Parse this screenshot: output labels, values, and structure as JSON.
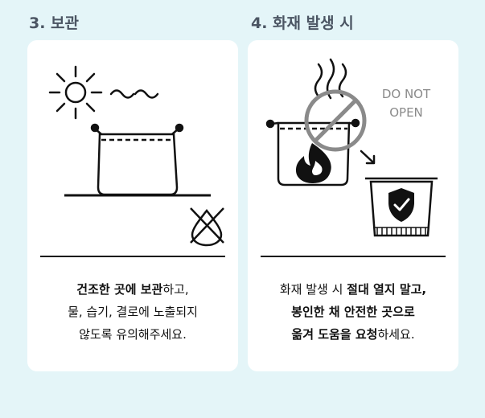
{
  "storage": {
    "heading": "3. 보관",
    "line1_bold": "건조한 곳에 보관",
    "line1_rest": "하고,",
    "line2": "물, 습기, 결로에 노출되지",
    "line3": "않도록 유의해주세요.",
    "icons": [
      "sun-icon",
      "heat-wave-icon",
      "container-icon",
      "no-water-drop-icon"
    ]
  },
  "fire": {
    "heading": "4. 화재 발생 시",
    "no_open_line1": "DO NOT",
    "no_open_line2": "OPEN",
    "line1_plain": "화재 발생 시 ",
    "line1_bold": "절대 열지 말고,",
    "line2_bold": "봉인한 채 안전한 곳으로",
    "line3_bold": "옮겨 도움을 요청",
    "line3_rest": "하세요.",
    "icons": [
      "smoke-icon",
      "prohibited-icon",
      "flame-icon",
      "arrow-icon",
      "safe-bin-icon",
      "shield-check-icon"
    ]
  },
  "colors": {
    "background": "#e4f5f8",
    "card": "#ffffff",
    "heading": "#4b5563",
    "prohibit": "#8a8a8a"
  }
}
